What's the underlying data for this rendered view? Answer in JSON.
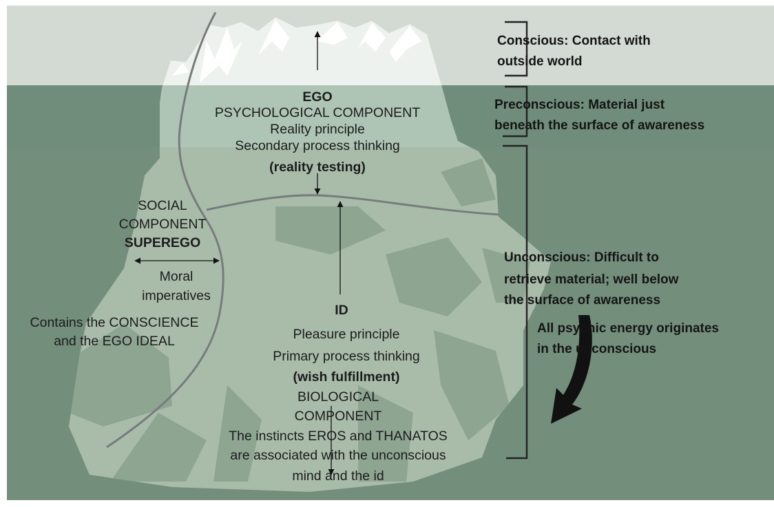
{
  "ego": {
    "title": "EGO",
    "component": "PSYCHOLOGICAL COMPONENT",
    "principle": "Reality principle",
    "thinking": "Secondary process thinking",
    "testing": "(reality testing)"
  },
  "superego": {
    "social": "SOCIAL",
    "component": "COMPONENT",
    "title": "SUPEREGO",
    "moral": "Moral",
    "imperatives": "imperatives",
    "contains_1": "Contains the CONSCIENCE",
    "contains_2": "and the EGO IDEAL"
  },
  "id": {
    "title": "ID",
    "principle": "Pleasure principle",
    "thinking": "Primary process thinking",
    "wish": "(wish fulfillment)",
    "bio_1": "BIOLOGICAL",
    "bio_2": "COMPONENT",
    "instincts_1": "The instincts EROS and THANATOS",
    "instincts_2": "are associated with the unconscious",
    "instincts_3": "mind and the id"
  },
  "levels": {
    "conscious_1": "Conscious: Contact with",
    "conscious_2": "outside world",
    "preconscious_1": "Preconscious: Material just",
    "preconscious_2": "beneath the surface of awareness",
    "unconscious_1": "Unconscious: Difficult to",
    "unconscious_2": "retrieve material; well below",
    "unconscious_3": "the surface of awareness",
    "energy_1": "All psychic energy originates",
    "energy_2": "in the unconscious"
  },
  "colors": {
    "sky": "#d3dad3",
    "water_upper": "#6f8d7a",
    "water_lower": "#738f7c",
    "ice_above": "#eef2ee",
    "ice_shallow": "#aec5b5",
    "ice_deep": "#a9bca9",
    "facet": "#8ea592",
    "snow": "#ffffff",
    "divider_line": "#767c7c",
    "bracket": "#222222",
    "energy_arrow": "#111111"
  }
}
